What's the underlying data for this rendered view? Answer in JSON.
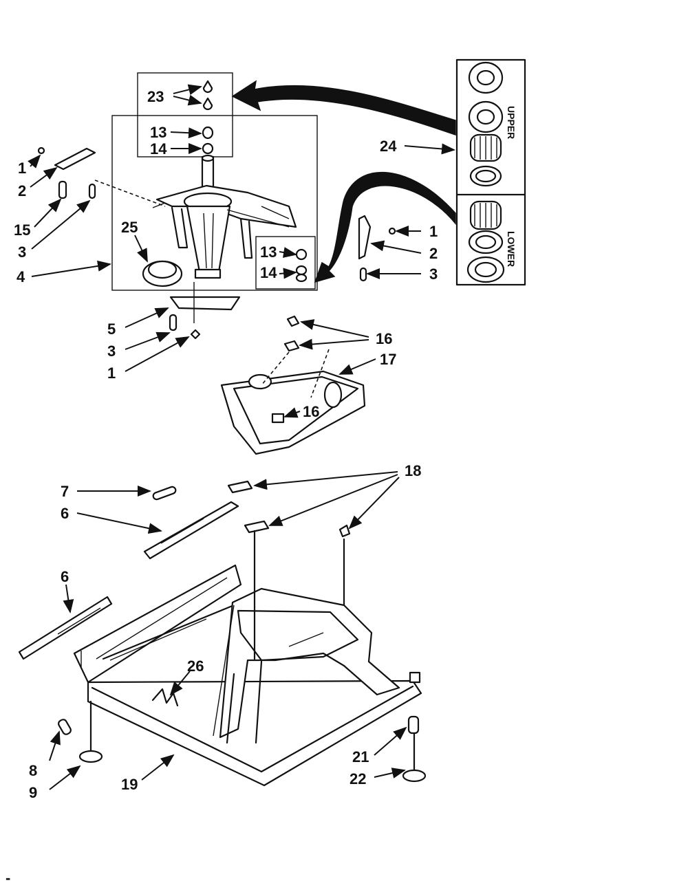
{
  "diagram": {
    "callouts": {
      "c23": "23",
      "c13_top": "13",
      "c14_top": "14",
      "c1_left": "1",
      "c2_left": "2",
      "c15": "15",
      "c3_left": "3",
      "c25": "25",
      "c4": "4",
      "c13_box": "13",
      "c14_box": "14",
      "c1_right": "1",
      "c2_right": "2",
      "c3_right": "3",
      "c24": "24",
      "c5": "5",
      "c3_mid": "3",
      "c1_mid": "1",
      "c16_top": "16",
      "c17": "17",
      "c16_mid": "16",
      "c18": "18",
      "c7": "7",
      "c6_top": "6",
      "c6_left": "6",
      "c26": "26",
      "c8": "8",
      "c9": "9",
      "c19": "19",
      "c21": "21",
      "c22": "22"
    },
    "bearing_kit": {
      "upper_label": "UPPER",
      "lower_label": "LOWER"
    },
    "footer_mark": "-"
  }
}
